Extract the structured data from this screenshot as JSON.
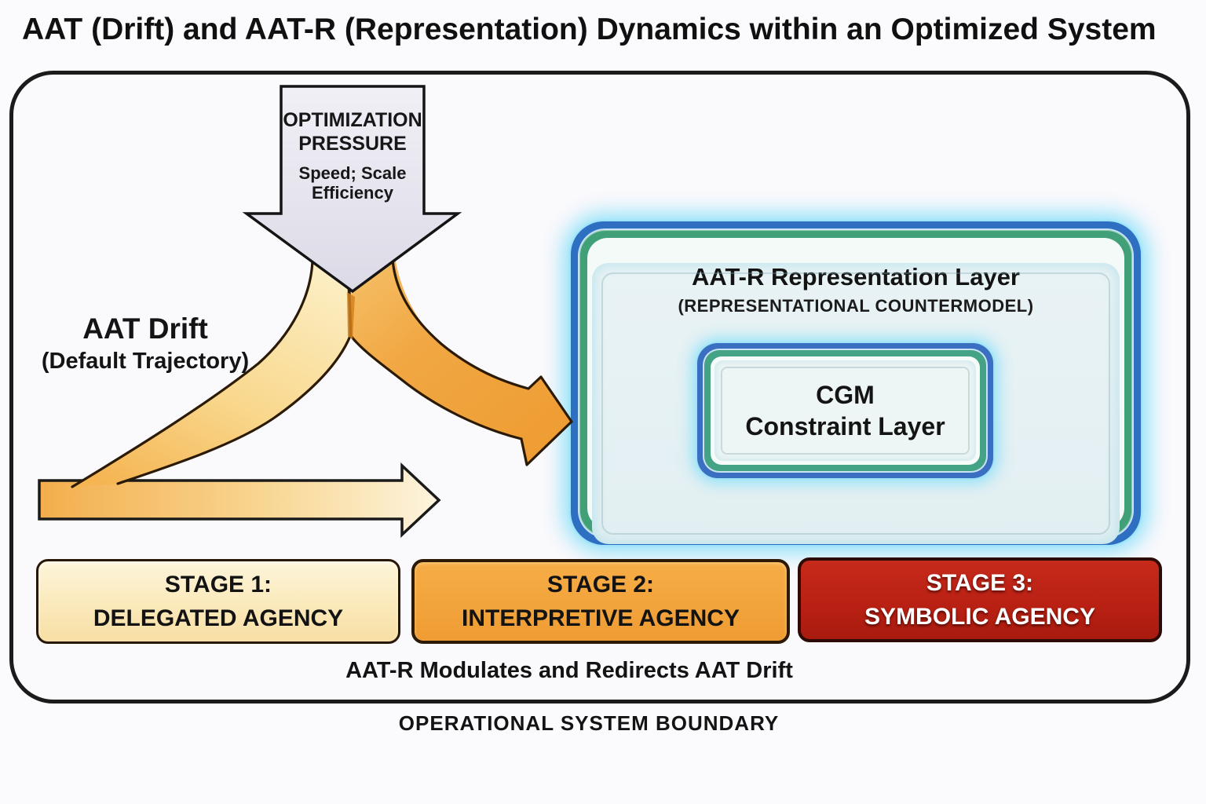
{
  "title": "AAT (Drift) and AAT-R (Representation) Dynamics within an Optimized System",
  "optimization_pressure": {
    "line1": "OPTIMIZATION",
    "line2": "PRESSURE",
    "line3": "Speed; Scale",
    "line4": "Efficiency"
  },
  "aat_drift": {
    "label": "AAT Drift",
    "sublabel": "(Default Trajectory)"
  },
  "aatr_box": {
    "title": "AAT-R Representation Layer",
    "subtitle": "(REPRESENTATIONAL COUNTERMODEL)",
    "cgm_line1": "CGM",
    "cgm_line2": "Constraint Layer"
  },
  "stages": [
    {
      "line1": "STAGE 1:",
      "line2": "DELEGATED AGENCY"
    },
    {
      "line1": "STAGE 2:",
      "line2": "INTERPRETIVE AGENCY"
    },
    {
      "line1": "STAGE 3:",
      "line2": "SYMBOLIC AGENCY"
    }
  ],
  "footer_note": "AAT-R Modulates and Redirects AAT Drift",
  "boundary_label": "OPERATIONAL SYSTEM BOUNDARY",
  "colors": {
    "band_orange": "#f0a440",
    "band_light": "#fbecc0",
    "arrow_gray": "#e9e7f0",
    "stage1_fill": "#fbeec4",
    "stage2_fill": "#f2a43c",
    "stage3_fill": "#bb2415",
    "glow_cyan": "#9fe2f7",
    "ring_blue": "#2f6fc2",
    "ring_green": "#41a077",
    "panel_cyan": "#e7f2f4",
    "outline_black": "#1b1b1b"
  }
}
